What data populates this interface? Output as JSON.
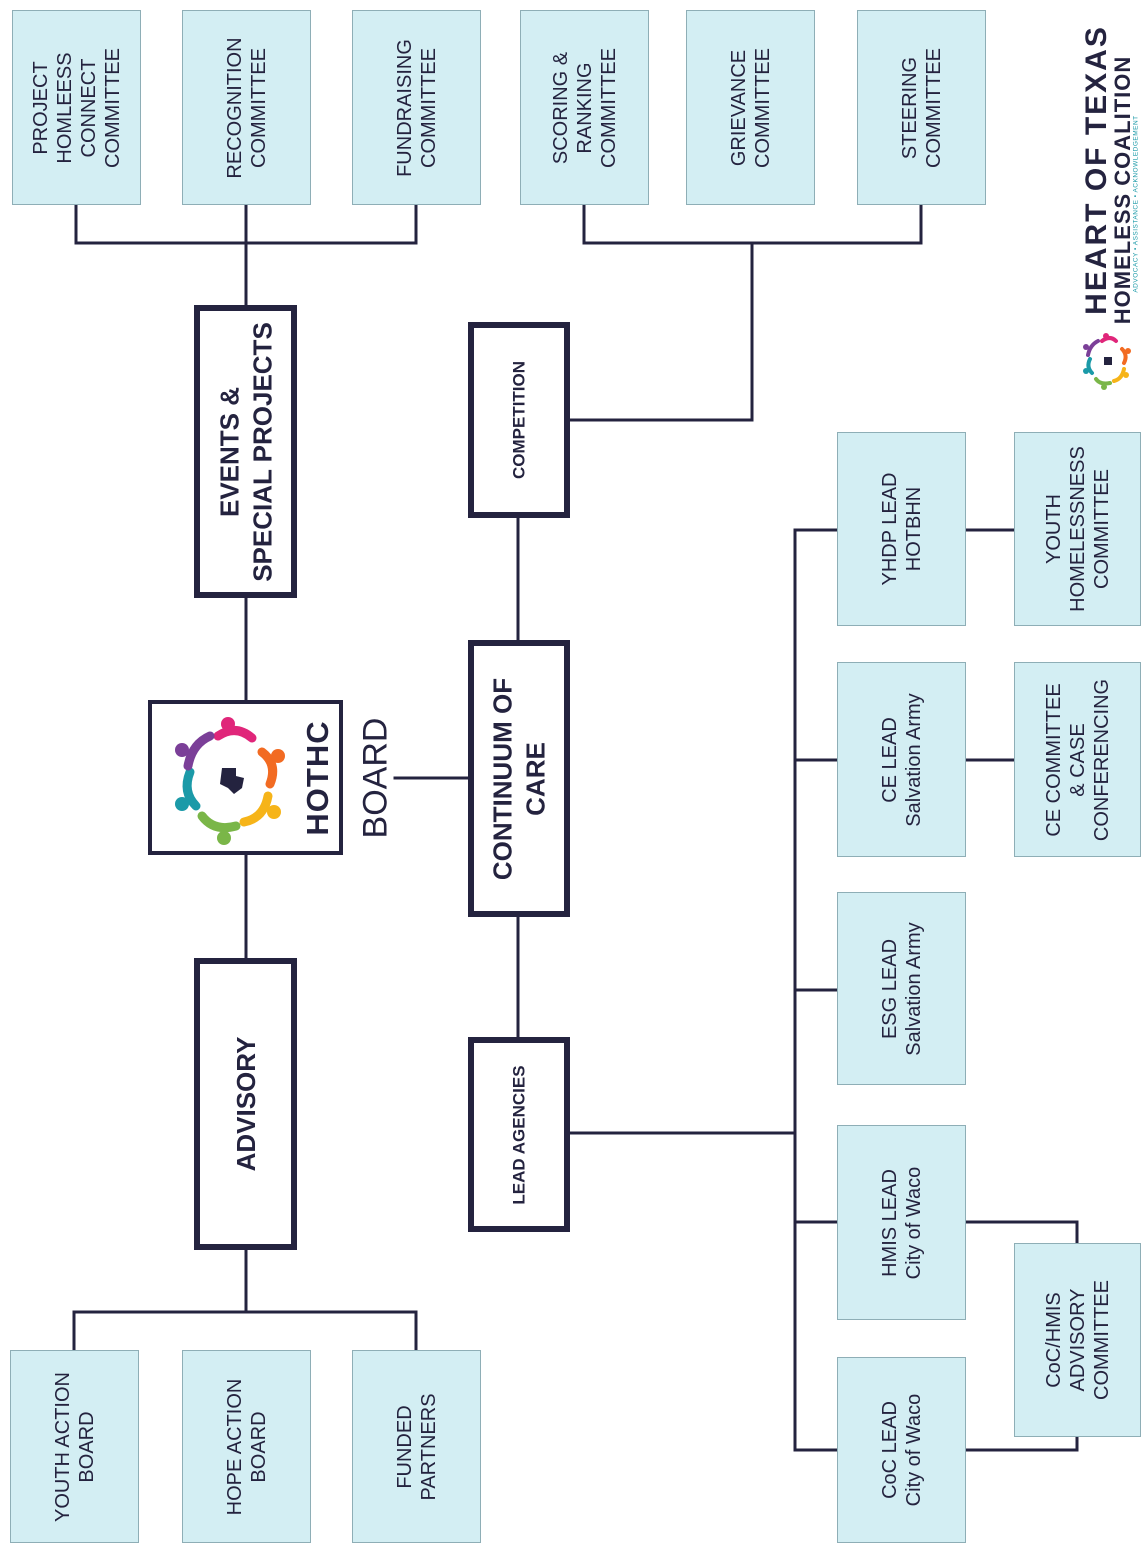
{
  "brand": {
    "line1": "HEART OF TEXAS",
    "line2": "HOMELESS COALITION",
    "tagline": "ADVOCACY • ASSISTANCE • ACKNOWLEDGEMENT",
    "logo_icon": "people-circle-texas-logo",
    "text_color": "#24233f"
  },
  "board": {
    "logo_text": "HOTHC",
    "label": "BOARD",
    "logo_icon": "people-circle-texas-logo"
  },
  "divisions": {
    "events": "EVENTS &\nSPECIAL PROJECTS",
    "advisory": "ADVISORY",
    "competition": "COMPETITION",
    "coc": "CONTINUUM OF\nCARE",
    "lead_agencies": "LEAD AGENCIES"
  },
  "committees": {
    "phc": "PROJECT\nHOMLEESS\nCONNECT\nCOMMITTEE",
    "recognition": "RECOGNITION\nCOMMITTEE",
    "fundraising": "FUNDRAISING\nCOMMITTEE",
    "scoring": "SCORING &\nRANKING\nCOMMITTEE",
    "grievance": "GRIEVANCE\nCOMMITTEE",
    "steering": "STEERING\nCOMMITTEE"
  },
  "advisory_boards": {
    "yab": "YOUTH ACTION\nBOARD",
    "hab": "HOPE ACTION\nBOARD",
    "funded": "FUNDED\nPARTNERS"
  },
  "leads": {
    "coc": "CoC LEAD\nCity of Waco",
    "hmis": "HMIS LEAD\nCity of Waco",
    "esg": "ESG LEAD\nSalvation Army",
    "ce": "CE LEAD\nSalvation Army",
    "yhdp": "YHDP LEAD\nHOTBHN"
  },
  "lead_committees": {
    "hmis_adv": "CoC/HMIS\nADVISORY\nCOMMITTEE",
    "ce_comm": "CE COMMITTEE\n& CASE\nCONFERENCING",
    "youth": "YOUTH\nHOMELESSNESS\nCOMMITTEE"
  },
  "colors": {
    "line": "#24233f",
    "light_box_fill": "#d3eef3",
    "light_box_border": "#8eaeb6",
    "logo_palette": [
      "#e0267a",
      "#f26b22",
      "#f6b419",
      "#7ab648",
      "#1b9aa8",
      "#2e5fa5",
      "#7b3f98",
      "#c2272d"
    ]
  }
}
